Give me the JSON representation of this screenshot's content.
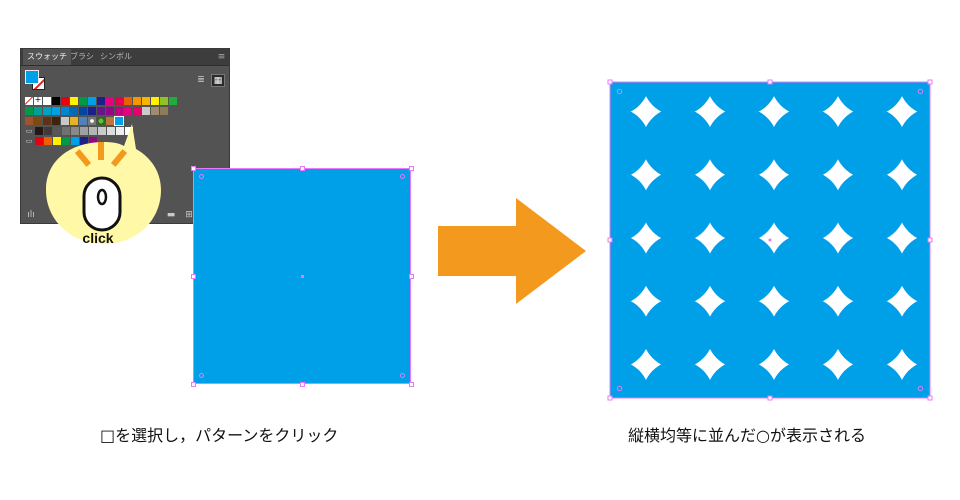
{
  "swatches_panel": {
    "tabs": [
      {
        "label": "スウォッチ",
        "active": true
      },
      {
        "label": "ブラシ",
        "active": false
      },
      {
        "label": "シンボル",
        "active": false
      }
    ],
    "menu_icon": "panel-menu-icon",
    "fill_color": "#00a0e9",
    "view_buttons": [
      {
        "icon": "list-view-icon",
        "glyph": "≣"
      },
      {
        "icon": "grid-view-icon",
        "glyph": "▦",
        "active": true
      }
    ],
    "rows": [
      {
        "offset": 0,
        "swatches": [
          "none",
          "reg",
          "#ffffff",
          "#000000",
          "#e60012",
          "#fff100",
          "#009944",
          "#00a0e9",
          "#1d2088",
          "#e4007f",
          "#e5004f",
          "#eb6100",
          "#f39800",
          "#f8b500",
          "#fff100",
          "#8fc31f",
          "#22ac38"
        ]
      },
      {
        "offset": 0,
        "swatches": [
          "#009944",
          "#009e96",
          "#00a0c1",
          "#00a0e9",
          "#0086d1",
          "#0068b7",
          "#00479d",
          "#1d2088",
          "#601986",
          "#920783",
          "#be0081",
          "#e4007f",
          "#e5006a",
          "#c9caca",
          "#a08c6e",
          "#8f7b58"
        ]
      },
      {
        "offset": 0,
        "swatches": [
          "#a0522d",
          "#7b4a12",
          "#5c3317",
          "#3d2410",
          "#c8c8c8",
          "#e6b422",
          "#4f81bd",
          "pattern-a",
          "pattern-b",
          "#b9773a",
          "pattern-selected"
        ]
      },
      {
        "offset": 1,
        "swatches": [
          "#231815",
          "#3e3a39",
          "#595757",
          "#727171",
          "#898989",
          "#9fa0a0",
          "#b5b5b6",
          "#c9caca",
          "#dcdddd",
          "#efefef",
          "#ffffff"
        ]
      },
      {
        "offset": 1,
        "swatches": [
          "#e60012",
          "#eb6100",
          "#fff100",
          "#009944",
          "#00a0e9",
          "#1d2088",
          "#920783"
        ]
      }
    ],
    "bottom_icons": [
      "swatch-libraries-icon",
      "new-color-group-icon",
      "new-swatch-icon",
      "delete-swatch-icon"
    ]
  },
  "callout": {
    "label": "click",
    "bg_color": "#fff8a6",
    "ray_color": "#f39a1e",
    "icon": "mouse-icon"
  },
  "selected_shape": {
    "fill": "#00a0e9",
    "selection_color": "#e879f9"
  },
  "arrow": {
    "color": "#f39a1e",
    "icon": "right-arrow-icon"
  },
  "pattern_result": {
    "fill": "#00a0e9",
    "rows": 5,
    "cols": 5
  },
  "captions": {
    "left": "□を選択し，パターンをクリック",
    "right": "縦横均等に並んだ○が表示される"
  }
}
